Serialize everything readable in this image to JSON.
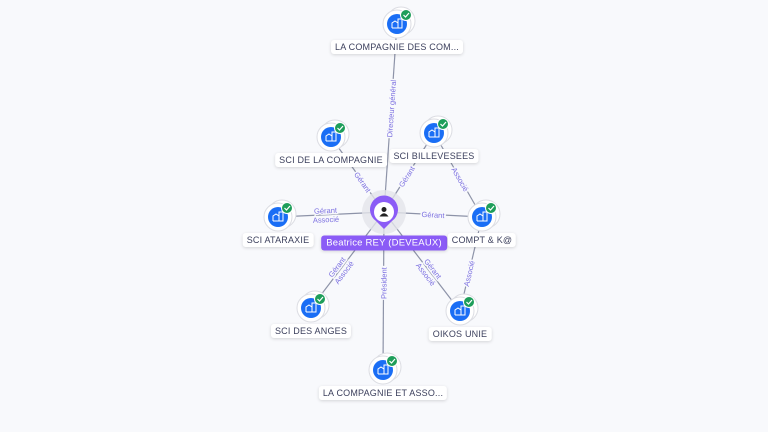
{
  "colors": {
    "accent": "#8b5cf6",
    "company": "#1a6ef5",
    "check": "#1e9e5a",
    "edge": "#8d93a8",
    "edge_label": "#7b6fe0"
  },
  "center": {
    "name": "Beatrice REY (DEVEAUX)",
    "icon": "person-icon"
  },
  "nodes": [
    {
      "id": "n1",
      "name": "LA COMPAGNIE DES COM...",
      "icon": "building-icon",
      "verified": true
    },
    {
      "id": "n2",
      "name": "SCI DE LA COMPAGNIE",
      "icon": "building-icon",
      "verified": true
    },
    {
      "id": "n3",
      "name": "SCI BILLEVESEES",
      "icon": "building-icon",
      "verified": true
    },
    {
      "id": "n4",
      "name": "SCI ATARAXIE",
      "icon": "building-icon",
      "verified": true
    },
    {
      "id": "n5",
      "name": "COMPT & K@",
      "icon": "building-icon",
      "verified": true
    },
    {
      "id": "n6",
      "name": "SCI DES ANGES",
      "icon": "building-icon",
      "verified": true
    },
    {
      "id": "n7",
      "name": "OIKOS UNIE",
      "icon": "building-icon",
      "verified": true
    },
    {
      "id": "n8",
      "name": "LA COMPAGNIE ET ASSO...",
      "icon": "building-icon",
      "verified": true
    }
  ],
  "edges": [
    {
      "from": "center",
      "to": "n1",
      "roles": [
        "Directeur général"
      ]
    },
    {
      "from": "center",
      "to": "n2",
      "roles": [
        "Gérant"
      ]
    },
    {
      "from": "center",
      "to": "n3",
      "roles": [
        "Gérant"
      ]
    },
    {
      "from": "center",
      "to": "n4",
      "roles": [
        "Gérant",
        "Associé"
      ]
    },
    {
      "from": "center",
      "to": "n5",
      "roles": [
        "Gérant"
      ]
    },
    {
      "from": "n3",
      "to": "n5",
      "roles": [
        "Associé"
      ]
    },
    {
      "from": "n5",
      "to": "n7",
      "roles": [
        "Associé"
      ]
    },
    {
      "from": "center",
      "to": "n6",
      "roles": [
        "Gérant",
        "Associé"
      ]
    },
    {
      "from": "center",
      "to": "n7",
      "roles": [
        "Gérant",
        "Associé"
      ]
    },
    {
      "from": "center",
      "to": "n8",
      "roles": [
        "Président"
      ]
    }
  ]
}
